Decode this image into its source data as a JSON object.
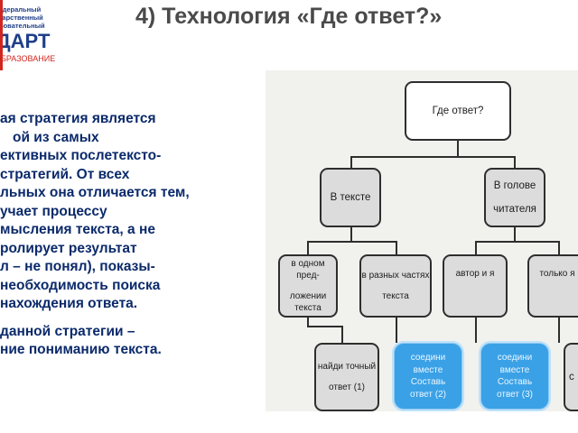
{
  "logo": {
    "line1": "Федеральный",
    "line2": "государственный",
    "line3": "образовательный",
    "big": "ДАРТ",
    "sub": "ОБРАЗОВАНИЕ",
    "colors": {
      "blue": "#1f3f8a",
      "red": "#d1261f"
    }
  },
  "title": "4) Технология «Где ответ?»",
  "text": {
    "lines": [
      "ая стратегия является",
      "ой из самых",
      "ективных послетексто-",
      "стратегий. От всех",
      "льных она отличается тем,",
      "учает процессу",
      "мысления текста, а не",
      "ролирует результат",
      "л – не понял), показы-",
      "необходимость поиска",
      "нахождения ответа."
    ],
    "lines2": [
      "данной стратегии –",
      "ние пониманию текста."
    ]
  },
  "diagram": {
    "root": "Где ответ?",
    "left": "В тексте",
    "right_l1": "В голове",
    "right_l2": "читателя",
    "n1_l1": "в одном пред-",
    "n1_l2": "ложении текста",
    "n2_l1": "в разных частях",
    "n2_l2": "текста",
    "n3": "автор и я",
    "n4": "только я",
    "n5_l1": "найди точный",
    "n5_l2": "ответ (1)",
    "b1": [
      "соедини",
      "вместе",
      "Составь",
      "ответ (2)"
    ],
    "b2": [
      "соедини",
      "вместе",
      "Составь",
      "ответ (3)"
    ],
    "cut": "с"
  }
}
